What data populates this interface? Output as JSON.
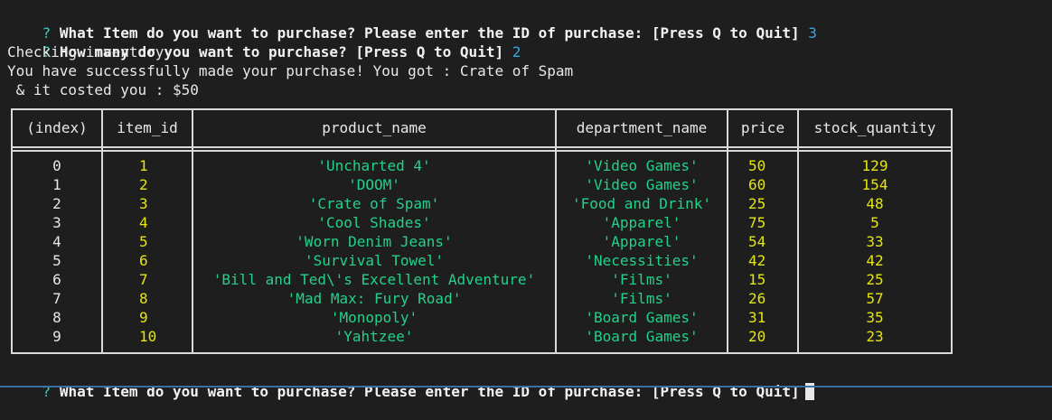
{
  "prompt_marker": "?",
  "lines": {
    "q1": "What Item do you want to purchase? Please enter the ID of purchase: [Press Q to Quit]",
    "a1": "3",
    "q2": "How many do you want to purchase? [Press Q to Quit]",
    "a2": "2",
    "checking": "Checking inventory...",
    "success": "You have successfully made your purchase! You got : Crate of Spam",
    "cost": " & it costed you : $50",
    "q3": "What Item do you want to purchase? Please enter the ID of purchase: [Press Q to Quit]"
  },
  "table": {
    "headers": [
      "(index)",
      "item_id",
      "product_name",
      "department_name",
      "price",
      "stock_quantity"
    ],
    "rows": [
      [
        "0",
        "1",
        "'Uncharted 4'",
        "'Video Games'",
        "50",
        "129"
      ],
      [
        "1",
        "2",
        "'DOOM'",
        "'Video Games'",
        "60",
        "154"
      ],
      [
        "2",
        "3",
        "'Crate of Spam'",
        "'Food and Drink'",
        "25",
        "48"
      ],
      [
        "3",
        "4",
        "'Cool Shades'",
        "'Apparel'",
        "75",
        "5"
      ],
      [
        "4",
        "5",
        "'Worn Denim Jeans'",
        "'Apparel'",
        "54",
        "33"
      ],
      [
        "5",
        "6",
        "'Survival Towel'",
        "'Necessities'",
        "42",
        "42"
      ],
      [
        "6",
        "7",
        "'Bill and Ted\\'s Excellent Adventure'",
        "'Films'",
        "15",
        "25"
      ],
      [
        "7",
        "8",
        "'Mad Max: Fury Road'",
        "'Films'",
        "26",
        "57"
      ],
      [
        "8",
        "9",
        "'Monopoly'",
        "'Board Games'",
        "31",
        "35"
      ],
      [
        "9",
        "10",
        "'Yahtzee'",
        "'Board Games'",
        "20",
        "23"
      ]
    ]
  },
  "colors": {
    "background": "#1e1e1e",
    "prompt_marker": "#2fd7c4",
    "answer": "#35a8e0",
    "string_value": "#23d18b",
    "number_value": "#e5e510",
    "border": "#d9d9d9"
  }
}
